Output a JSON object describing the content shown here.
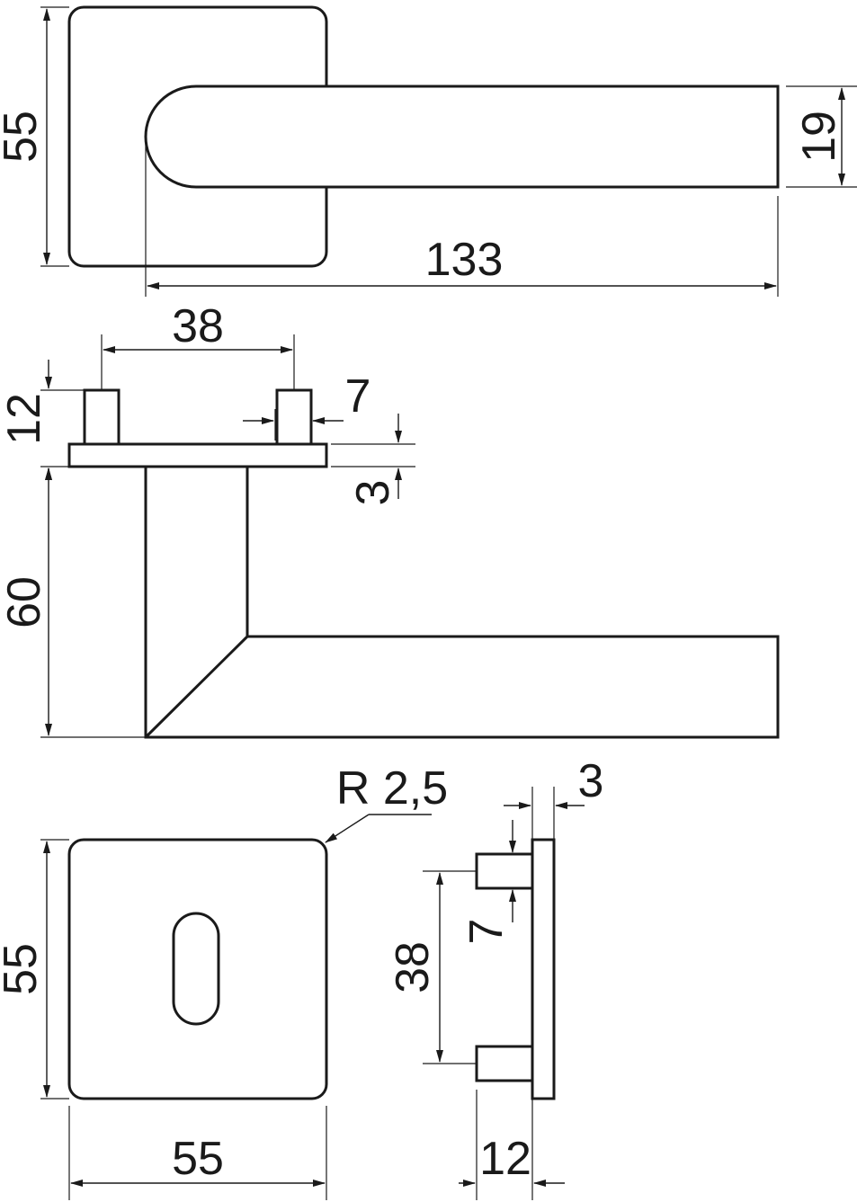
{
  "dimensions": {
    "top_rose_height": "55",
    "lever_width": "19",
    "lever_length": "133",
    "pin_spacing_side": "38",
    "pin_height": "12",
    "pin_width": "7",
    "plate_thickness": "3",
    "lever_drop": "60",
    "corner_radius": "R 2,5",
    "escutcheon_height": "55",
    "escutcheon_width": "55",
    "escutcheon_thickness": "3",
    "escutcheon_pin_width": "7",
    "escutcheon_pin_spacing": "38",
    "escutcheon_pin_length": "12"
  }
}
